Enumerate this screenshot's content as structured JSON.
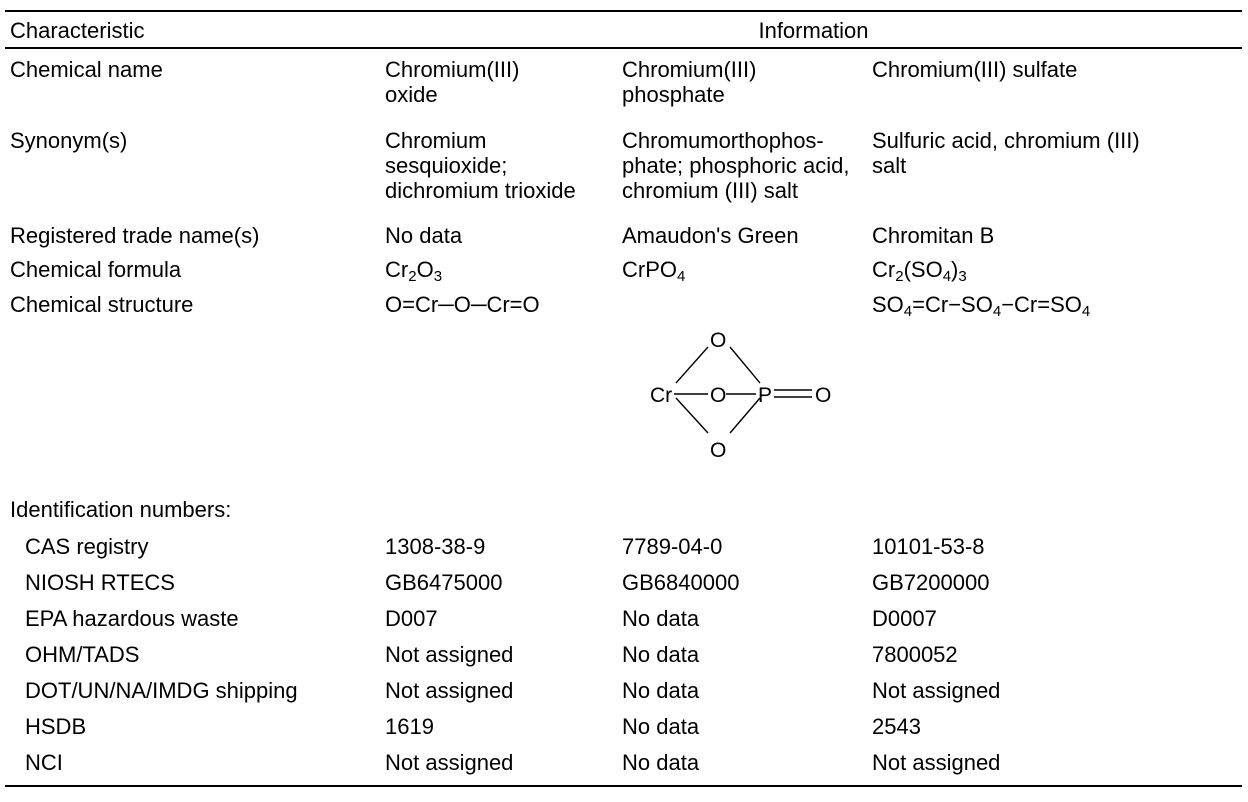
{
  "header": {
    "characteristic": "Characteristic",
    "information": "Information"
  },
  "rows": {
    "chemical_name": {
      "label": "Chemical name",
      "col1": [
        "Chromium(III)",
        "oxide"
      ],
      "col2": [
        "Chromium(III)",
        "phosphate"
      ],
      "col3": "Chromium(III) sulfate"
    },
    "synonyms": {
      "label": "Synonym(s)",
      "col1": [
        "Chromium",
        "sesquioxide;",
        "dichromium trioxide"
      ],
      "col2": [
        "Chromumorthophos-",
        "phate; phosphoric acid,",
        "chromium (III) salt"
      ],
      "col3": [
        "Sulfuric acid, chromium (III)",
        "salt"
      ]
    },
    "trade_names": {
      "label": "Registered trade name(s)",
      "col1": "No data",
      "col2": "Amaudon's Green",
      "col3": "Chromitan B"
    },
    "formula": {
      "label": "Chemical formula",
      "col1": {
        "a": "Cr",
        "a_sub": "2",
        "b": "O",
        "b_sub": "3"
      },
      "col2": {
        "a": "CrPO",
        "a_sub": "4"
      },
      "col3": {
        "a": "Cr",
        "a_sub": "2",
        "b": "(SO",
        "b_sub": "4",
        "c": ")",
        "c_sub": "3"
      }
    },
    "structure": {
      "label": "Chemical structure",
      "col1": "O=Cr─O─Cr=O",
      "col2_atoms": {
        "top": "O",
        "left": "Cr",
        "center": "O",
        "right": "P",
        "far_right": "O",
        "bottom": "O"
      },
      "col3": {
        "p1": "SO",
        "s1": "4",
        "p2": "=Cr−SO",
        "s2": "4",
        "p3": "−Cr=SO",
        "s3": "4"
      }
    },
    "id_header": "Identification numbers:",
    "ids": [
      {
        "label": "CAS registry",
        "col1": "1308-38-9",
        "col2": "7789-04-0",
        "col3": "10101-53-8"
      },
      {
        "label": "NIOSH RTECS",
        "col1": "GB6475000",
        "col2": "GB6840000",
        "col3": "GB7200000"
      },
      {
        "label": "EPA hazardous waste",
        "col1": "D007",
        "col2": "No data",
        "col3": "D0007"
      },
      {
        "label": "OHM/TADS",
        "col1": "Not assigned",
        "col2": "No data",
        "col3": "7800052"
      },
      {
        "label": "DOT/UN/NA/IMDG shipping",
        "col1": "Not assigned",
        "col2": "No data",
        "col3": "Not assigned"
      },
      {
        "label": "HSDB",
        "col1": "1619",
        "col2": "No data",
        "col3": "2543"
      },
      {
        "label": "NCI",
        "col1": "Not assigned",
        "col2": "No data",
        "col3": "Not assigned"
      }
    ]
  }
}
